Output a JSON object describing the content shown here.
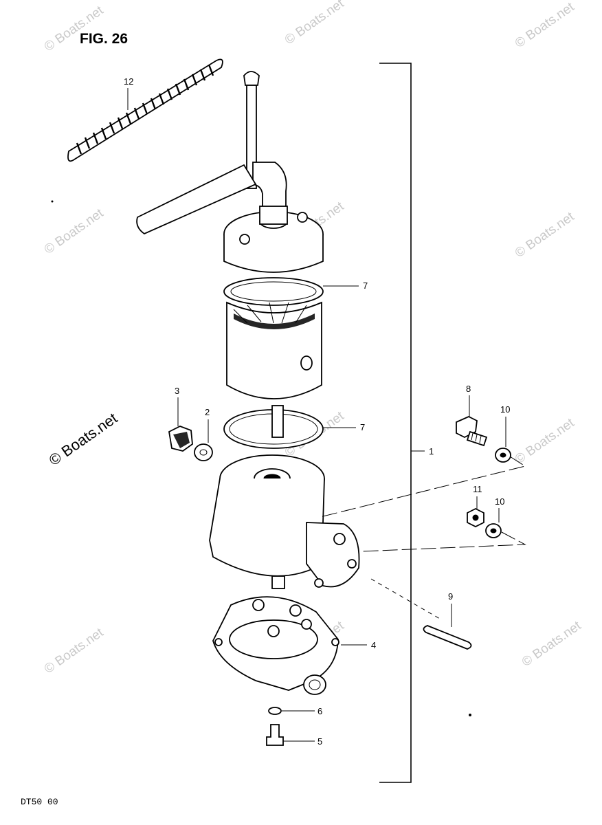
{
  "figure": {
    "title": "FIG. 26",
    "model_code": "DT50 00",
    "watermark": "© Boats.net"
  },
  "callouts": [
    {
      "id": "12",
      "label": "12"
    },
    {
      "id": "7a",
      "label": "7"
    },
    {
      "id": "7b",
      "label": "7"
    },
    {
      "id": "3",
      "label": "3"
    },
    {
      "id": "2",
      "label": "2"
    },
    {
      "id": "1",
      "label": "1"
    },
    {
      "id": "8",
      "label": "8"
    },
    {
      "id": "10a",
      "label": "10"
    },
    {
      "id": "11",
      "label": "11"
    },
    {
      "id": "10b",
      "label": "10"
    },
    {
      "id": "9",
      "label": "9"
    },
    {
      "id": "4",
      "label": "4"
    },
    {
      "id": "6",
      "label": "6"
    },
    {
      "id": "5",
      "label": "5"
    }
  ]
}
